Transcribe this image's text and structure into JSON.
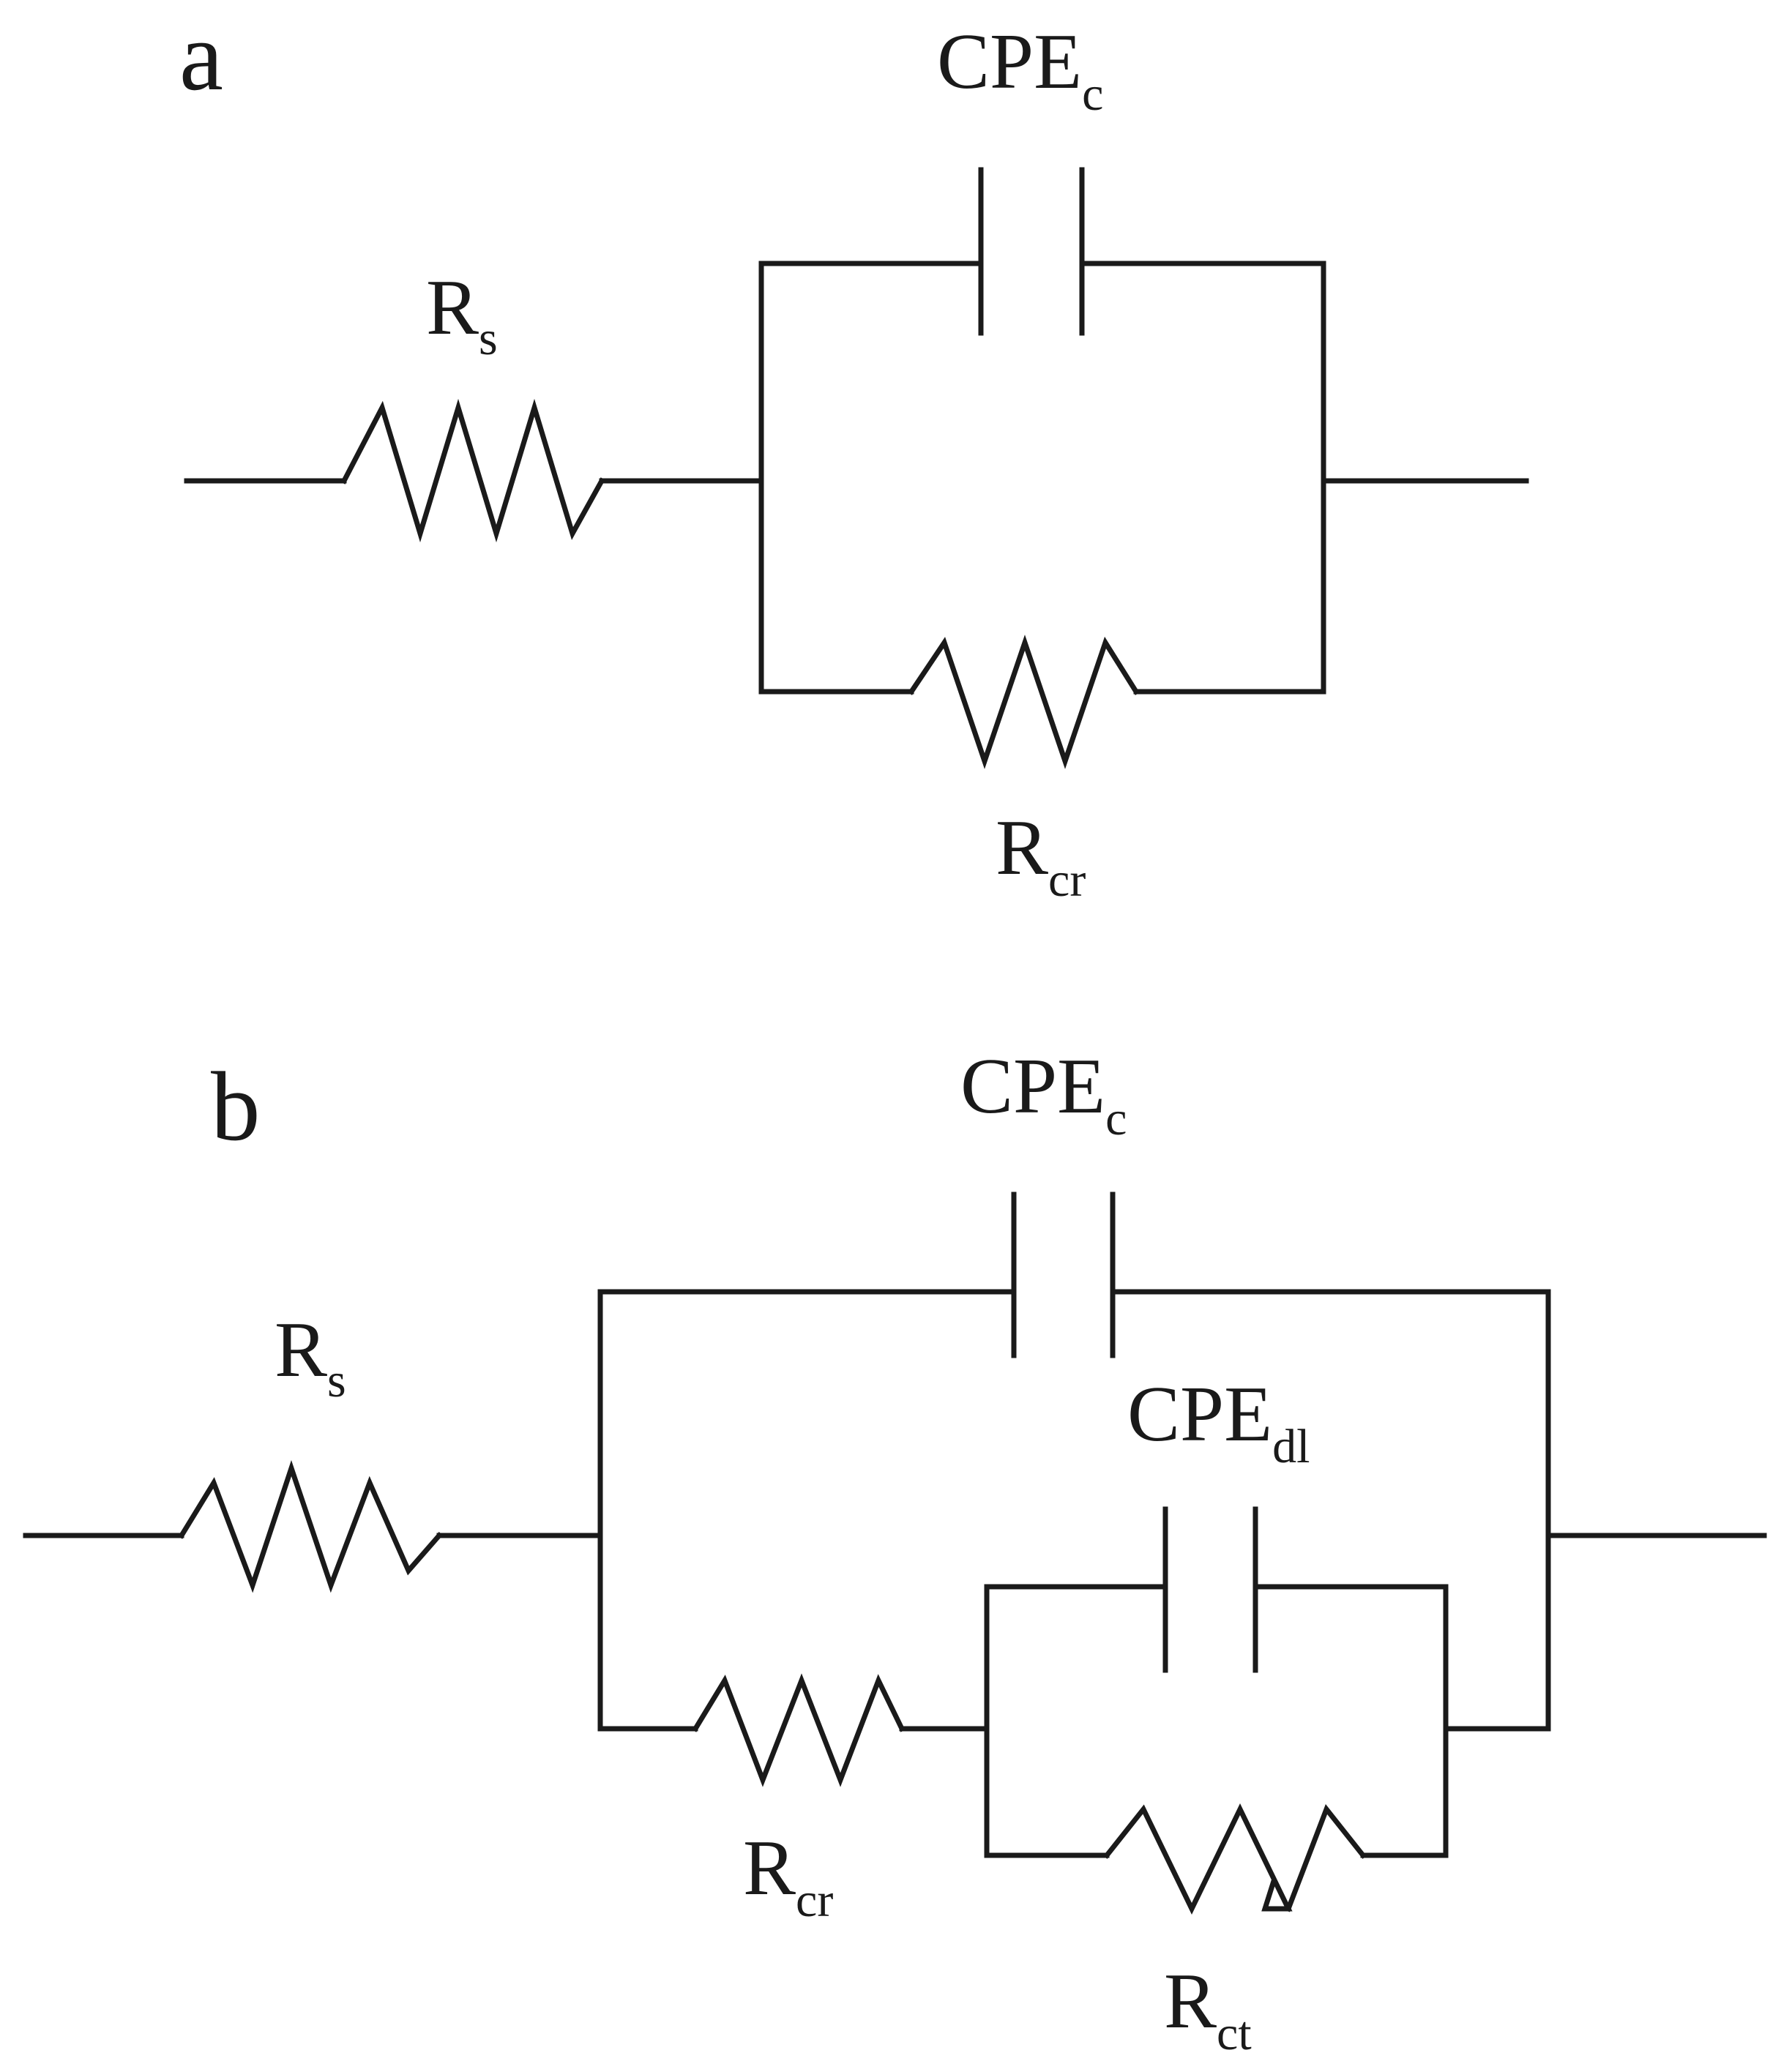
{
  "panels": [
    {
      "letter": "a",
      "labels": {
        "rs": {
          "main": "R",
          "sub": "s"
        },
        "cpe_c": {
          "main": "CPE",
          "sub": "c"
        },
        "rcr": {
          "main": "R",
          "sub": "cr"
        }
      }
    },
    {
      "letter": "b",
      "labels": {
        "rs": {
          "main": "R",
          "sub": "s"
        },
        "cpe_c": {
          "main": "CPE",
          "sub": "c"
        },
        "cpe_dl": {
          "main": "CPE",
          "sub": "dl"
        },
        "rcr": {
          "main": "R",
          "sub": "cr"
        },
        "rct": {
          "main": "R",
          "sub": "ct"
        }
      }
    }
  ]
}
